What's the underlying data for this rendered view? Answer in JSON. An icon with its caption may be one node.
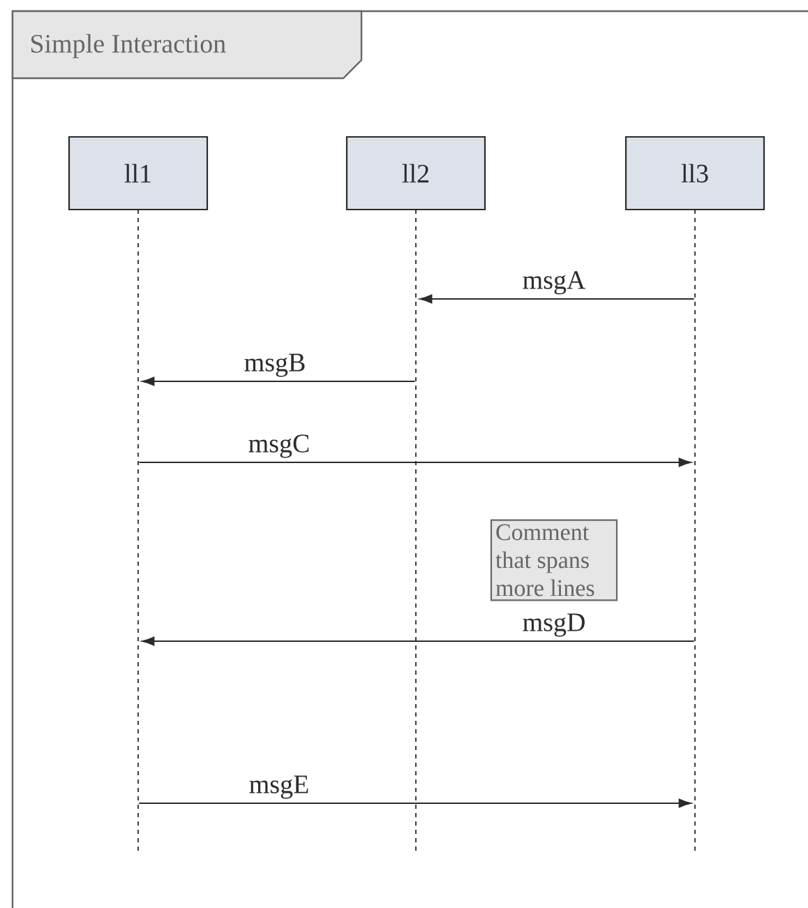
{
  "diagram": {
    "nodes": [
      {
        "text": [
          "Simple Interaction"
        ]
      },
      {
        "text": [
          "ll1"
        ],
        "in": 0
      },
      {
        "text": [
          "ll2"
        ],
        "in": 0
      },
      {
        "text": [
          "ll3"
        ],
        "in": 0
      },
      {
        "text": [
          "Comment that spans more lines"
        ],
        "in": 0
      },
      {
        "text": [],
        "shape": "line",
        "in": 0
      },
      {
        "text": [],
        "shape": "line",
        "in": 0
      },
      {
        "text": [],
        "shape": "line",
        "in": 0
      }
    ],
    "edges": [
      {
        "from": 7,
        "to": 6,
        "arrow": "to",
        "label": "msgA"
      },
      {
        "from": 6,
        "to": 5,
        "arrow": "to",
        "label": "msgB"
      },
      {
        "from": 5,
        "to": 7,
        "arrow": "to",
        "label": "msgC"
      },
      {
        "from": 7,
        "to": 5,
        "arrow": "to",
        "label": "msgD"
      },
      {
        "from": 5,
        "to": 7,
        "arrow": "to",
        "label": "msgE"
      }
    ]
  }
}
